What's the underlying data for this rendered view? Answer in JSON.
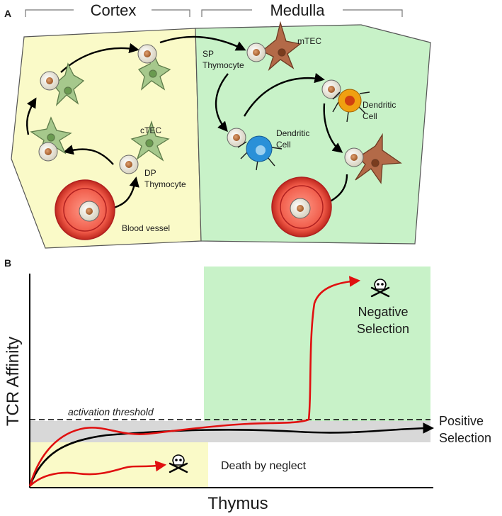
{
  "panel_a": {
    "letter": "A",
    "cortex_title": "Cortex",
    "medulla_title": "Medulla",
    "cortex_color": "#fafac8",
    "medulla_color": "#c8f2c8",
    "labels": {
      "ctec": "cTEC",
      "dp_line1": "DP",
      "dp_line2": "Thymocyte",
      "blood_vessel": "Blood vessel",
      "sp_line1": "SP",
      "sp_line2": "Thymocyte",
      "mtec": "mTEC",
      "dc1_line1": "Dendritic",
      "dc1_line2": "Cell",
      "dc2_line1": "Dendritic",
      "dc2_line2": "Cell"
    }
  },
  "panel_b": {
    "letter": "B",
    "y_axis_label": "TCR Affinity",
    "x_axis_label": "Thymus",
    "threshold_label": "activation threshold",
    "negative_line1": "Negative",
    "negative_line2": "Selection",
    "positive_line1": "Positive",
    "positive_line2": "Selection",
    "neglect_label": "Death by neglect",
    "curve_colors": {
      "positive": "#000000",
      "negative": "#e01010",
      "neglect": "#e01010"
    },
    "region_colors": {
      "cortex": "#fafac8",
      "medulla": "#c8f2c8",
      "band": "#d8d8d8"
    }
  }
}
